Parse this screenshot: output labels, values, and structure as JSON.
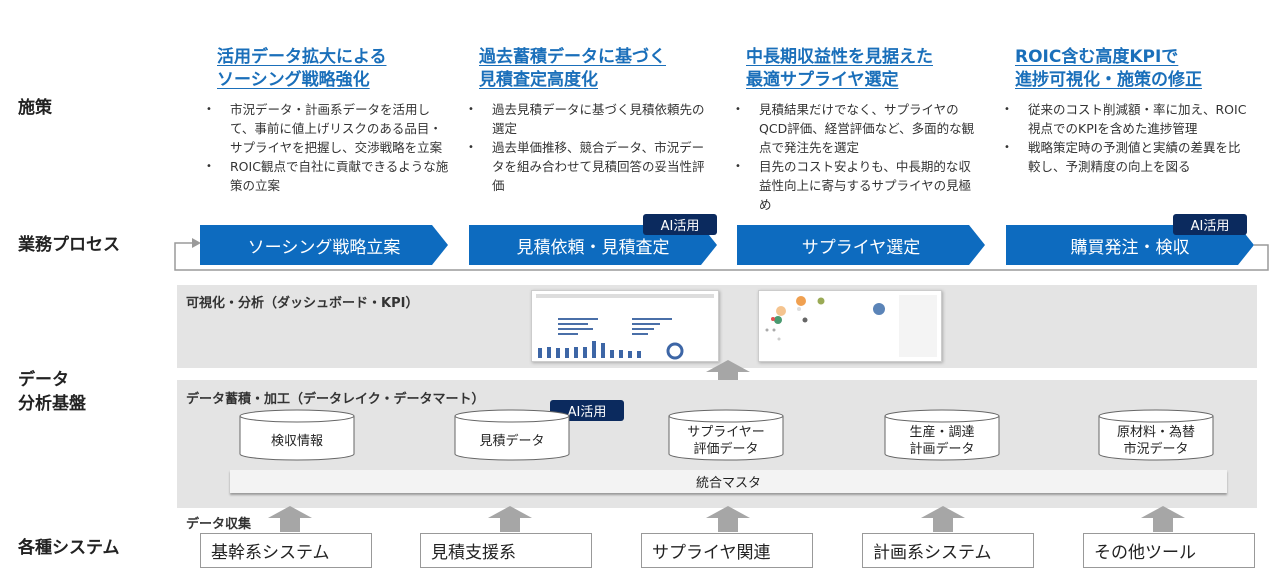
{
  "row_labels": {
    "measures": "施策",
    "process": "業務プロセス",
    "platform_line1": "データ",
    "platform_line2": "分析基盤",
    "systems": "各種システム"
  },
  "columns": [
    {
      "title_line1": "活用データ拡大による",
      "title_line2": "ソーシング戦略強化",
      "bullets": [
        "市況データ・計画系データを活用して、事前に値上げリスクのある品目・サプライヤを把握し、交渉戦略を立案",
        "ROIC観点で自社に貢献できるような施策の立案"
      ],
      "process": "ソーシング戦略立案"
    },
    {
      "title_line1": "過去蓄積データに基づく",
      "title_line2": "見積査定高度化",
      "bullets": [
        "過去見積データに基づく見積依頼先の選定",
        "過去単価推移、競合データ、市況データを組み合わせて見積回答の妥当性評価"
      ],
      "process": "見積依頼・見積査定",
      "badge": "AI活用"
    },
    {
      "title_line1": "中長期収益性を見据えた",
      "title_line2": "最適サプライヤ選定",
      "bullets": [
        "見積結果だけでなく、サプライヤのQCD評価、経営評価など、多面的な観点で発注先を選定",
        "目先のコスト安よりも、中長期的な収益性向上に寄与するサプライヤの見極め"
      ],
      "process": "サプライヤ選定"
    },
    {
      "title_line1": "ROIC含む高度KPIで",
      "title_line2": "進捗可視化・施策の修正",
      "bullets": [
        "従来のコスト削減額・率に加え、ROIC視点でのKPIを含めた進捗管理",
        "戦略策定時の予測値と実績の差異を比較し、予測精度の向上を図る"
      ],
      "process": "購買発注・検収",
      "badge": "AI活用"
    }
  ],
  "visualization": {
    "label": "可視化・分析（ダッシュボード・KPI）"
  },
  "storage": {
    "label": "データ蓄積・加工（データレイク・データマート）",
    "badge": "AI活用",
    "databases": [
      "検収情報",
      "見積データ",
      "サプライヤー\n評価データ",
      "生産・調達\n計画データ",
      "原材料・為替\n市況データ"
    ],
    "master": "統合マスタ"
  },
  "collection": {
    "label": "データ収集",
    "systems": [
      "基幹系システム",
      "見積支援系",
      "サプライヤ関連",
      "計画系システム",
      "その他ツール"
    ]
  },
  "colors": {
    "accent": "#0d6bbf",
    "badge": "#0b2a5e",
    "heading": "#1a6fba",
    "panel": "#e4e4e4"
  }
}
